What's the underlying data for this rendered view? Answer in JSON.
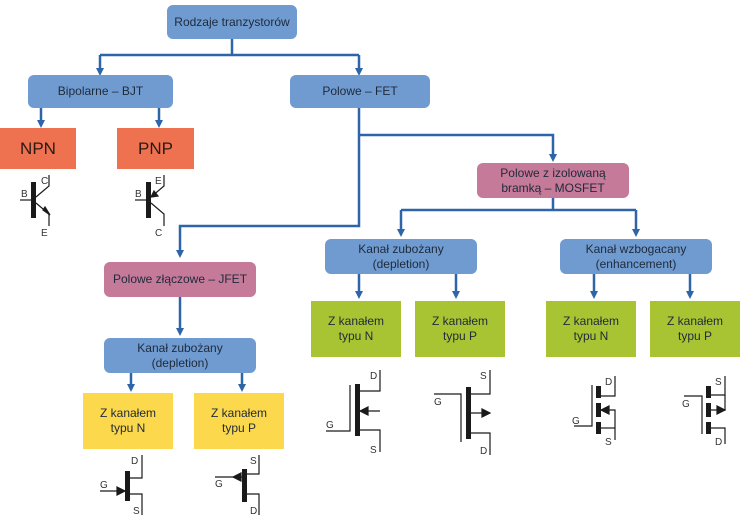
{
  "title": "Rodzaje tranzystorów",
  "colors": {
    "connector": "#2e64a8",
    "category": "#6f9bd1",
    "fet_subtype": "#c47a98",
    "bjt_type": "#ee7150",
    "jfet_channel": "#fbd84c",
    "mosfet_channel": "#a9c433",
    "symbol": "#1a1a1a"
  },
  "nodes": {
    "root": "Rodzaje tranzystorów",
    "bjt": "Bipolarne – BJT",
    "fet": "Polowe – FET",
    "npn": "NPN",
    "pnp": "PNP",
    "mosfet": "Polowe z izolowaną\nbramką – MOSFET",
    "jfet": "Polowe złączowe – JFET",
    "jfet_depletion": "Kanał zubożany\n(depletion)",
    "jfet_n": "Z kanałem\ntypu N",
    "jfet_p": "Z kanałem\ntypu P",
    "mos_depletion": "Kanał zubożany\n(depletion)",
    "mos_enhancement": "Kanał wzbogacany\n(enhancement)",
    "mos_dep_n": "Z kanałem\ntypu N",
    "mos_dep_p": "Z kanałem\ntypu P",
    "mos_enh_n": "Z kanałem\ntypu N",
    "mos_enh_p": "Z kanałem\ntypu P"
  },
  "symbols": {
    "npn": {
      "b": "B",
      "c": "C",
      "e": "E"
    },
    "pnp": {
      "b": "B",
      "c": "C",
      "e": "E"
    },
    "jfet_n": {
      "g": "G",
      "d": "D",
      "s": "S"
    },
    "jfet_p": {
      "g": "G",
      "d": "D",
      "s": "S"
    },
    "mos_dep_n": {
      "g": "G",
      "d": "D",
      "s": "S"
    },
    "mos_dep_p": {
      "g": "G",
      "d": "D",
      "s": "S"
    },
    "mos_enh_n": {
      "g": "G",
      "d": "D",
      "s": "S"
    },
    "mos_enh_p": {
      "g": "G",
      "d": "D",
      "s": "S"
    }
  }
}
